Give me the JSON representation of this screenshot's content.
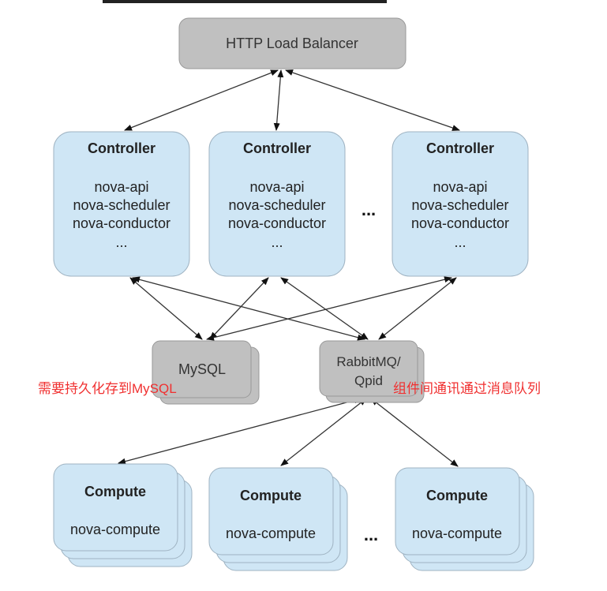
{
  "load_balancer": {
    "label": "HTTP Load Balancer"
  },
  "controllers": [
    {
      "title": "Controller",
      "services": [
        "nova-api",
        "nova-scheduler",
        "nova-conductor",
        "..."
      ]
    },
    {
      "title": "Controller",
      "services": [
        "nova-api",
        "nova-scheduler",
        "nova-conductor",
        "..."
      ]
    },
    {
      "title": "Controller",
      "services": [
        "nova-api",
        "nova-scheduler",
        "nova-conductor",
        "..."
      ]
    }
  ],
  "controller_ellipsis": "...",
  "database": {
    "label": "MySQL"
  },
  "queue": {
    "line1": "RabbitMQ/",
    "line2": "Qpid"
  },
  "annotations": {
    "database_note": "需要持久化存到MySQL",
    "queue_note": "组件间通讯通过消息队列"
  },
  "computes": [
    {
      "title": "Compute",
      "service": "nova-compute"
    },
    {
      "title": "Compute",
      "service": "nova-compute"
    },
    {
      "title": "Compute",
      "service": "nova-compute"
    }
  ],
  "compute_ellipsis": "...",
  "colors": {
    "controller_fill": "#cfe6f5",
    "gray_fill": "#c0c0c0",
    "annotation": "#f03030"
  }
}
